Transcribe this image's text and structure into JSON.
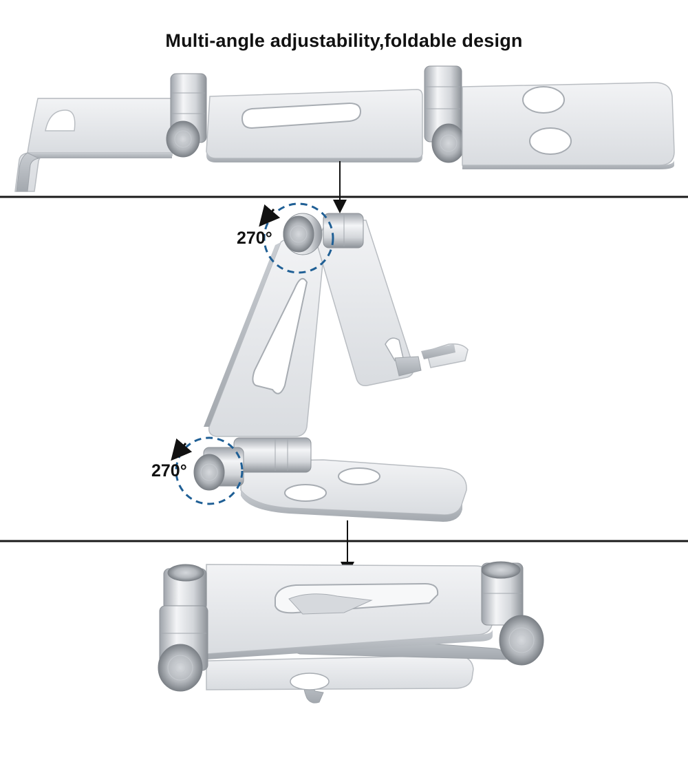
{
  "title": "Multi-angle adjustability,foldable design",
  "annotations": {
    "top_hinge_angle": "270°",
    "bottom_hinge_angle": "270°"
  },
  "colors": {
    "divider": "#1a1a1a",
    "dashed_circle": "#1f5f95",
    "metal_light": "#eef0f3",
    "metal_mid": "#d7dbe0",
    "metal_dark": "#a9aeb5"
  }
}
